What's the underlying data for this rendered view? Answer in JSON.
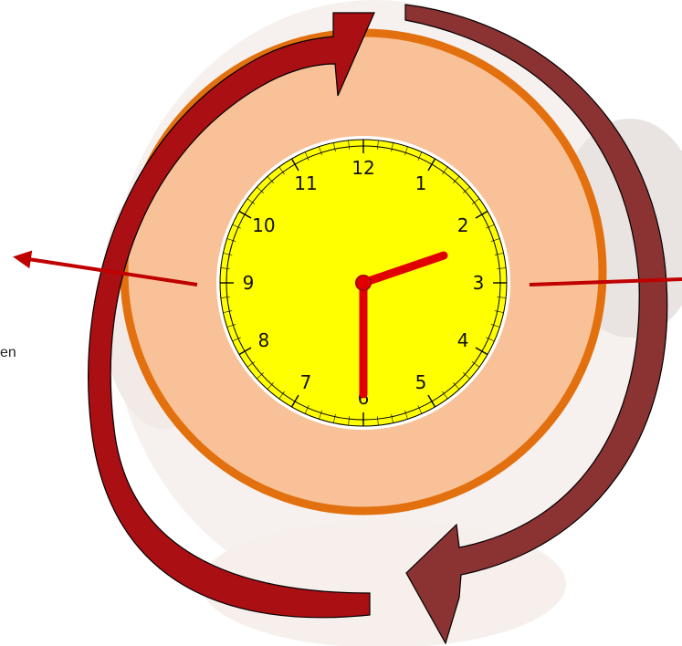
{
  "clock": {
    "numerals": [
      "12",
      "1",
      "2",
      "3",
      "4",
      "5",
      "6",
      "7",
      "8",
      "9",
      "10",
      "11"
    ],
    "time_shown": "2:30"
  },
  "labels": {
    "cut_text": "en"
  },
  "colors": {
    "background_face": "#f3ebe6",
    "outer_disc": "#f8c197",
    "outer_ring": "#e2700f",
    "clock_face": "#ffff00",
    "clock_rim": "#c9c200",
    "hands": "#e10000",
    "pointer_arrows": "#c00000",
    "cycle_arrow_left": "#aa0f14",
    "cycle_arrow_right": "#8b3232"
  },
  "icons": [
    "cycle-arrow",
    "pointer-arrow",
    "clock"
  ]
}
